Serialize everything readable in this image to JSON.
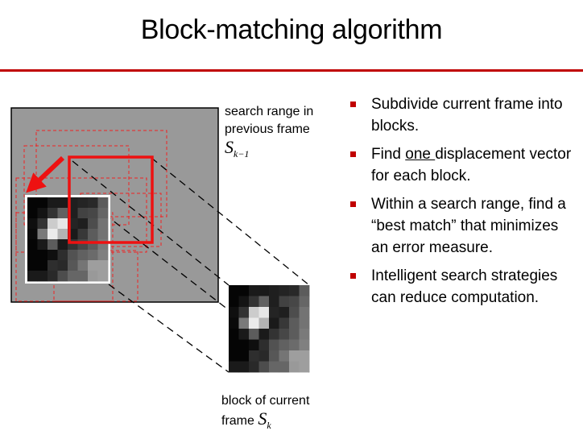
{
  "title": "Block-matching algorithm",
  "colors": {
    "accent_red": "#c00000",
    "frame_gray": "#999999",
    "arrow_red": "#ee1111"
  },
  "bullets": [
    {
      "text": "Subdivide current frame into blocks."
    },
    {
      "before": "Find ",
      "underlined": "one ",
      "after": "displacement vector for each block."
    },
    {
      "text": "Within a search range, find a “best match” that minimizes an error measure."
    },
    {
      "text": "Intelligent search strategies can reduce computation."
    }
  ],
  "search_caption": {
    "line1": "search range in",
    "line2": "previous frame",
    "symbol": "S",
    "subscript": "k−1"
  },
  "block_caption": {
    "line1": "block of current",
    "line2": "frame",
    "symbol": "S",
    "subscript": "k"
  },
  "block_pixels": [
    [
      0.02,
      0.02,
      0.1,
      0.1,
      0.12,
      0.14,
      0.16,
      0.36
    ],
    [
      0.02,
      0.08,
      0.2,
      0.38,
      0.12,
      0.26,
      0.28,
      0.4
    ],
    [
      0.06,
      0.2,
      0.8,
      0.9,
      0.14,
      0.12,
      0.3,
      0.45
    ],
    [
      0.04,
      0.48,
      0.92,
      0.7,
      0.1,
      0.22,
      0.36,
      0.45
    ],
    [
      0.02,
      0.1,
      0.36,
      0.1,
      0.2,
      0.28,
      0.36,
      0.48
    ],
    [
      0.02,
      0.02,
      0.06,
      0.18,
      0.32,
      0.38,
      0.42,
      0.5
    ],
    [
      0.02,
      0.02,
      0.18,
      0.16,
      0.34,
      0.46,
      0.62,
      0.62
    ],
    [
      0.1,
      0.1,
      0.16,
      0.3,
      0.4,
      0.4,
      0.6,
      0.62
    ]
  ]
}
